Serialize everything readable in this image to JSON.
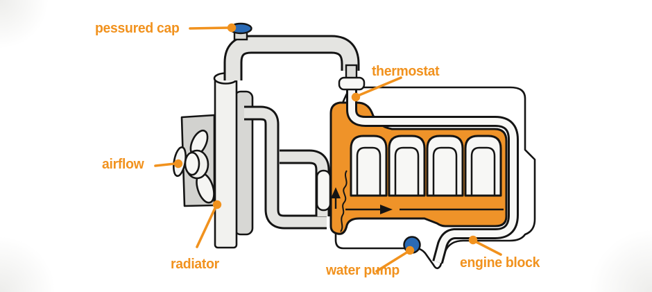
{
  "diagram": {
    "name": "engine cooling system diagram",
    "labels": {
      "pressured_cap": "pessured cap",
      "thermostat": "thermostat",
      "airflow": "airflow",
      "radiator": "radiator",
      "water_pump": "water pump",
      "engine_block": "engine block"
    },
    "colors": {
      "label_orange": "#f1921e",
      "coolant_orange": "#ef9329",
      "cap_blue": "#2a6ab5",
      "pump_blue": "#2a6ab5",
      "outline": "#141414",
      "pipe_gray": "#e4e4e1",
      "metal_gray": "#d2d2cf",
      "radiator_white": "#f2f2ef"
    }
  }
}
